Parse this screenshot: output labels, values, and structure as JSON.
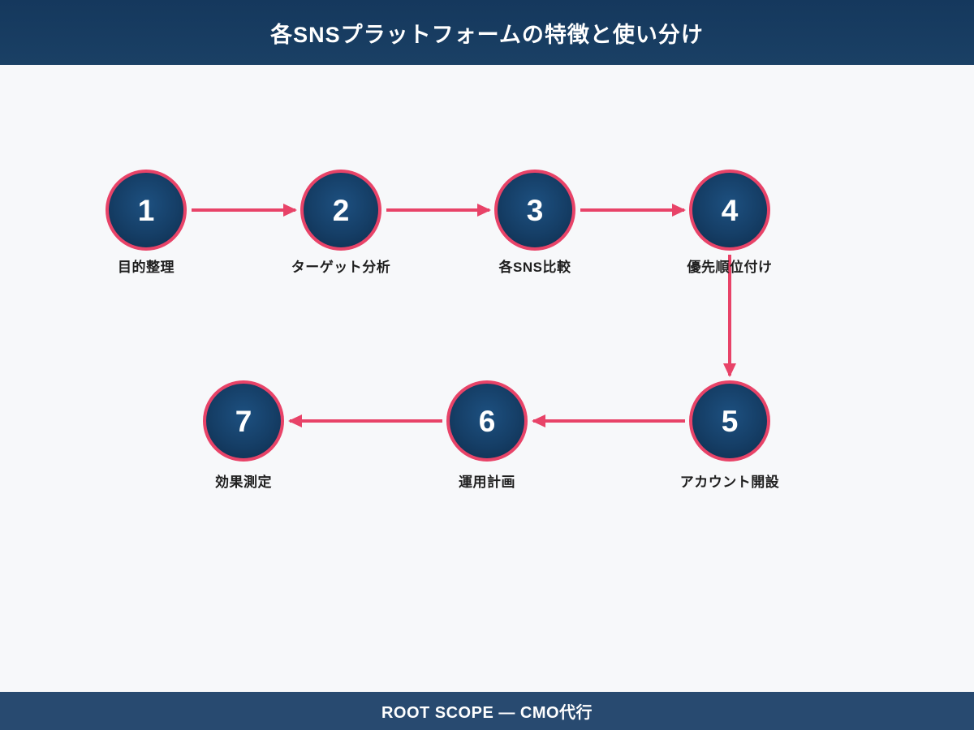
{
  "header": {
    "title": "各SNSプラットフォームの特徴と使い分け"
  },
  "flow": {
    "steps": [
      {
        "number": "1",
        "label": "目的整理"
      },
      {
        "number": "2",
        "label": "ターゲット分析"
      },
      {
        "number": "3",
        "label": "各SNS比較"
      },
      {
        "number": "4",
        "label": "優先順位付け"
      },
      {
        "number": "5",
        "label": "アカウント開設"
      },
      {
        "number": "6",
        "label": "運用計画"
      },
      {
        "number": "7",
        "label": "効果測定"
      }
    ],
    "connections": [
      "1→2",
      "2→3",
      "3→4",
      "4→5",
      "5→6",
      "6→7"
    ]
  },
  "footer": {
    "text": "ROOT SCOPE — CMO代行"
  },
  "colors": {
    "accent_pink": "#e84368",
    "node_fill_dark": "#0e2c4c",
    "node_fill_light": "#1d5080",
    "header_bg": "#15385d",
    "footer_bg": "#284a70",
    "page_bg": "#f7f8fa",
    "label_text": "#1f1f1f",
    "title_text": "#ffffff"
  }
}
